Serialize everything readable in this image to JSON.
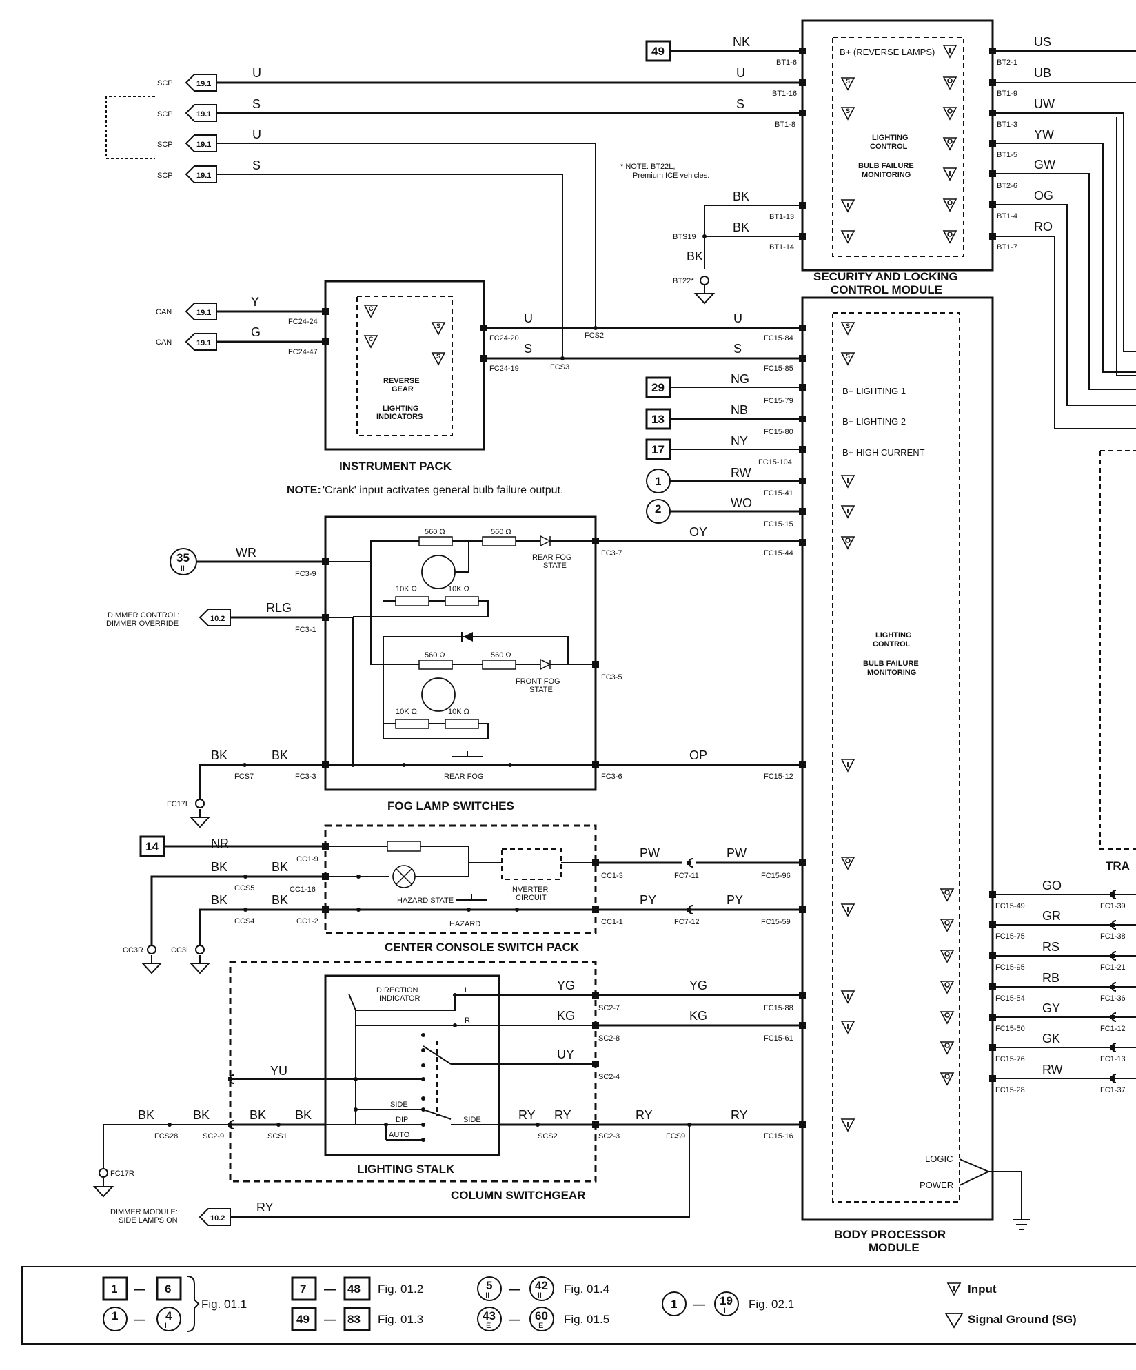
{
  "modules": {
    "security": {
      "title1": "SECURITY AND LOCKING",
      "title2": "CONTROL MODULE",
      "inner1": "LIGHTING",
      "inner2": "CONTROL",
      "inner3": "BULB FAILURE",
      "inner4": "MONITORING",
      "b_plus": "B+ (REVERSE LAMPS)"
    },
    "bpm": {
      "title1": "BODY PROCESSOR",
      "title2": "MODULE",
      "inner1": "LIGHTING",
      "inner2": "CONTROL",
      "inner3": "BULB FAILURE",
      "inner4": "MONITORING",
      "bl1": "B+ LIGHTING 1",
      "bl2": "B+ LIGHTING 2",
      "bhc": "B+ HIGH CURRENT",
      "logic": "LOGIC",
      "power": "POWER"
    },
    "instrument": {
      "title": "INSTRUMENT PACK",
      "t1": "REVERSE",
      "t2": "GEAR",
      "t3": "LIGHTING",
      "t4": "INDICATORS"
    },
    "fog": {
      "title": "FOG LAMP SWITCHES",
      "r560": "560 Ω",
      "r10k": "10K Ω",
      "rear_state1": "REAR FOG",
      "rear_state2": "STATE",
      "front_state1": "FRONT FOG",
      "front_state2": "STATE",
      "rear_fog": "REAR FOG"
    },
    "console": {
      "title": "CENTER CONSOLE SWITCH PACK",
      "hazard_state": "HAZARD STATE",
      "hazard": "HAZARD",
      "inv1": "INVERTER",
      "inv2": "CIRCUIT"
    },
    "column": {
      "stalk": "LIGHTING STALK",
      "title": "COLUMN SWITCHGEAR",
      "di1": "DIRECTION",
      "di2": "INDICATOR",
      "L": "L",
      "R": "R",
      "side": "SIDE",
      "dip": "DIP",
      "auto": "AUTO",
      "side2": "SIDE"
    },
    "transmission": {
      "title": "TRA"
    }
  },
  "notes": {
    "bt22": "* NOTE: BT22L,",
    "bt22b": "Premium ICE vehicles.",
    "crank_label": "NOTE:",
    "crank": " 'Crank' input activates general bulb failure output."
  },
  "sources": {
    "scp": "SCP",
    "can": "CAN",
    "ref191": "19.1",
    "ref102": "10.2",
    "dimmer1": "DIMMER CONTROL:",
    "dimmer2": "DIMMER OVERRIDE",
    "dimmod1": "DIMMER MODULE:",
    "dimmod2": "SIDE LAMPS ON",
    "b49": "49",
    "b29": "29",
    "b13": "13",
    "b17": "17",
    "b14": "14",
    "c1": "1",
    "c2": "2",
    "c35": "35",
    "ii": "II"
  },
  "wires": {
    "NK": "NK",
    "U": "U",
    "S": "S",
    "Y": "Y",
    "G": "G",
    "BK": "BK",
    "NG": "NG",
    "NB": "NB",
    "NY": "NY",
    "RW": "RW",
    "WO": "WO",
    "OY": "OY",
    "WR": "WR",
    "RLG": "RLG",
    "OP": "OP",
    "NR": "NR",
    "PW": "PW",
    "PY": "PY",
    "YG": "YG",
    "KG": "KG",
    "UY": "UY",
    "YU": "YU",
    "RY": "RY",
    "US": "US",
    "UB": "UB",
    "UW": "UW",
    "YW": "YW",
    "GW": "GW",
    "OG": "OG",
    "RO": "RO",
    "GO": "GO",
    "GR": "GR",
    "RS": "RS",
    "RB": "RB",
    "GY": "GY",
    "GK": "GK",
    "RW2": "RW"
  },
  "pins": {
    "BT1-6": "BT1-6",
    "BT1-16": "BT1-16",
    "BT1-8": "BT1-8",
    "BT1-13": "BT1-13",
    "BT1-14": "BT1-14",
    "BTS19": "BTS19",
    "BT22": "BT22*",
    "BT2-1": "BT2-1",
    "BT1-9": "BT1-9",
    "BT1-3": "BT1-3",
    "BT1-5": "BT1-5",
    "BT2-6": "BT2-6",
    "BT1-4": "BT1-4",
    "BT1-7": "BT1-7",
    "FC24-24": "FC24-24",
    "FC24-47": "FC24-47",
    "FC24-20": "FC24-20",
    "FC24-19": "FC24-19",
    "FCS2": "FCS2",
    "FCS3": "FCS3",
    "FC15-84": "FC15-84",
    "FC15-85": "FC15-85",
    "FC15-79": "FC15-79",
    "FC15-80": "FC15-80",
    "FC15-104": "FC15-104",
    "FC15-41": "FC15-41",
    "FC15-15": "FC15-15",
    "FC15-44": "FC15-44",
    "FC15-12": "FC15-12",
    "FC15-96": "FC15-96",
    "FC15-59": "FC15-59",
    "FC15-88": "FC15-88",
    "FC15-61": "FC15-61",
    "FC15-16": "FC15-16",
    "FC3-9": "FC3-9",
    "FC3-1": "FC3-1",
    "FC3-3": "FC3-3",
    "FC3-7": "FC3-7",
    "FC3-5": "FC3-5",
    "FC3-6": "FC3-6",
    "FCS7": "FCS7",
    "FC17L": "FC17L",
    "CC1-9": "CC1-9",
    "CC1-16": "CC1-16",
    "CC1-2": "CC1-2",
    "CCS5": "CCS5",
    "CCS4": "CCS4",
    "CC1-3": "CC1-3",
    "CC1-1": "CC1-1",
    "FC7-11": "FC7-11",
    "FC7-12": "FC7-12",
    "CC3R": "CC3R",
    "CC3L": "CC3L",
    "SC2-7": "SC2-7",
    "SC2-8": "SC2-8",
    "SC2-4": "SC2-4",
    "SC2-3": "SC2-3",
    "SC2-9": "SC2-9",
    "SCS1": "SCS1",
    "SCS2": "SCS2",
    "FCS9": "FCS9",
    "FCS28": "FCS28",
    "FC17R": "FC17R",
    "FC15-49": "FC15-49",
    "FC15-75": "FC15-75",
    "FC15-95": "FC15-95",
    "FC15-54": "FC15-54",
    "FC15-50": "FC15-50",
    "FC15-76": "FC15-76",
    "FC15-28": "FC15-28",
    "FC1-39": "FC1-39",
    "FC1-38": "FC1-38",
    "FC1-21": "FC1-21",
    "FC1-36": "FC1-36",
    "FC1-12": "FC1-12",
    "FC1-13": "FC1-13",
    "FC1-37": "FC1-37"
  },
  "legend": {
    "a1": "1",
    "a2": "6",
    "fig011": "Fig. 01.1",
    "b1": "1",
    "b2": "4",
    "c1": "7",
    "c2": "48",
    "fig012": "Fig. 01.2",
    "d1": "49",
    "d2": "83",
    "fig013": "Fig. 01.3",
    "e1": "5",
    "e2": "42",
    "fig014": "Fig. 01.4",
    "f1": "43",
    "f2": "60",
    "fig015": "Fig. 01.5",
    "E": "E",
    "g1": "1",
    "g2": "19",
    "fig021": "Fig. 02.1",
    "input": "Input",
    "sg": "Signal Ground (SG)",
    "dash": "—",
    "ii": "II",
    "i": "I"
  }
}
